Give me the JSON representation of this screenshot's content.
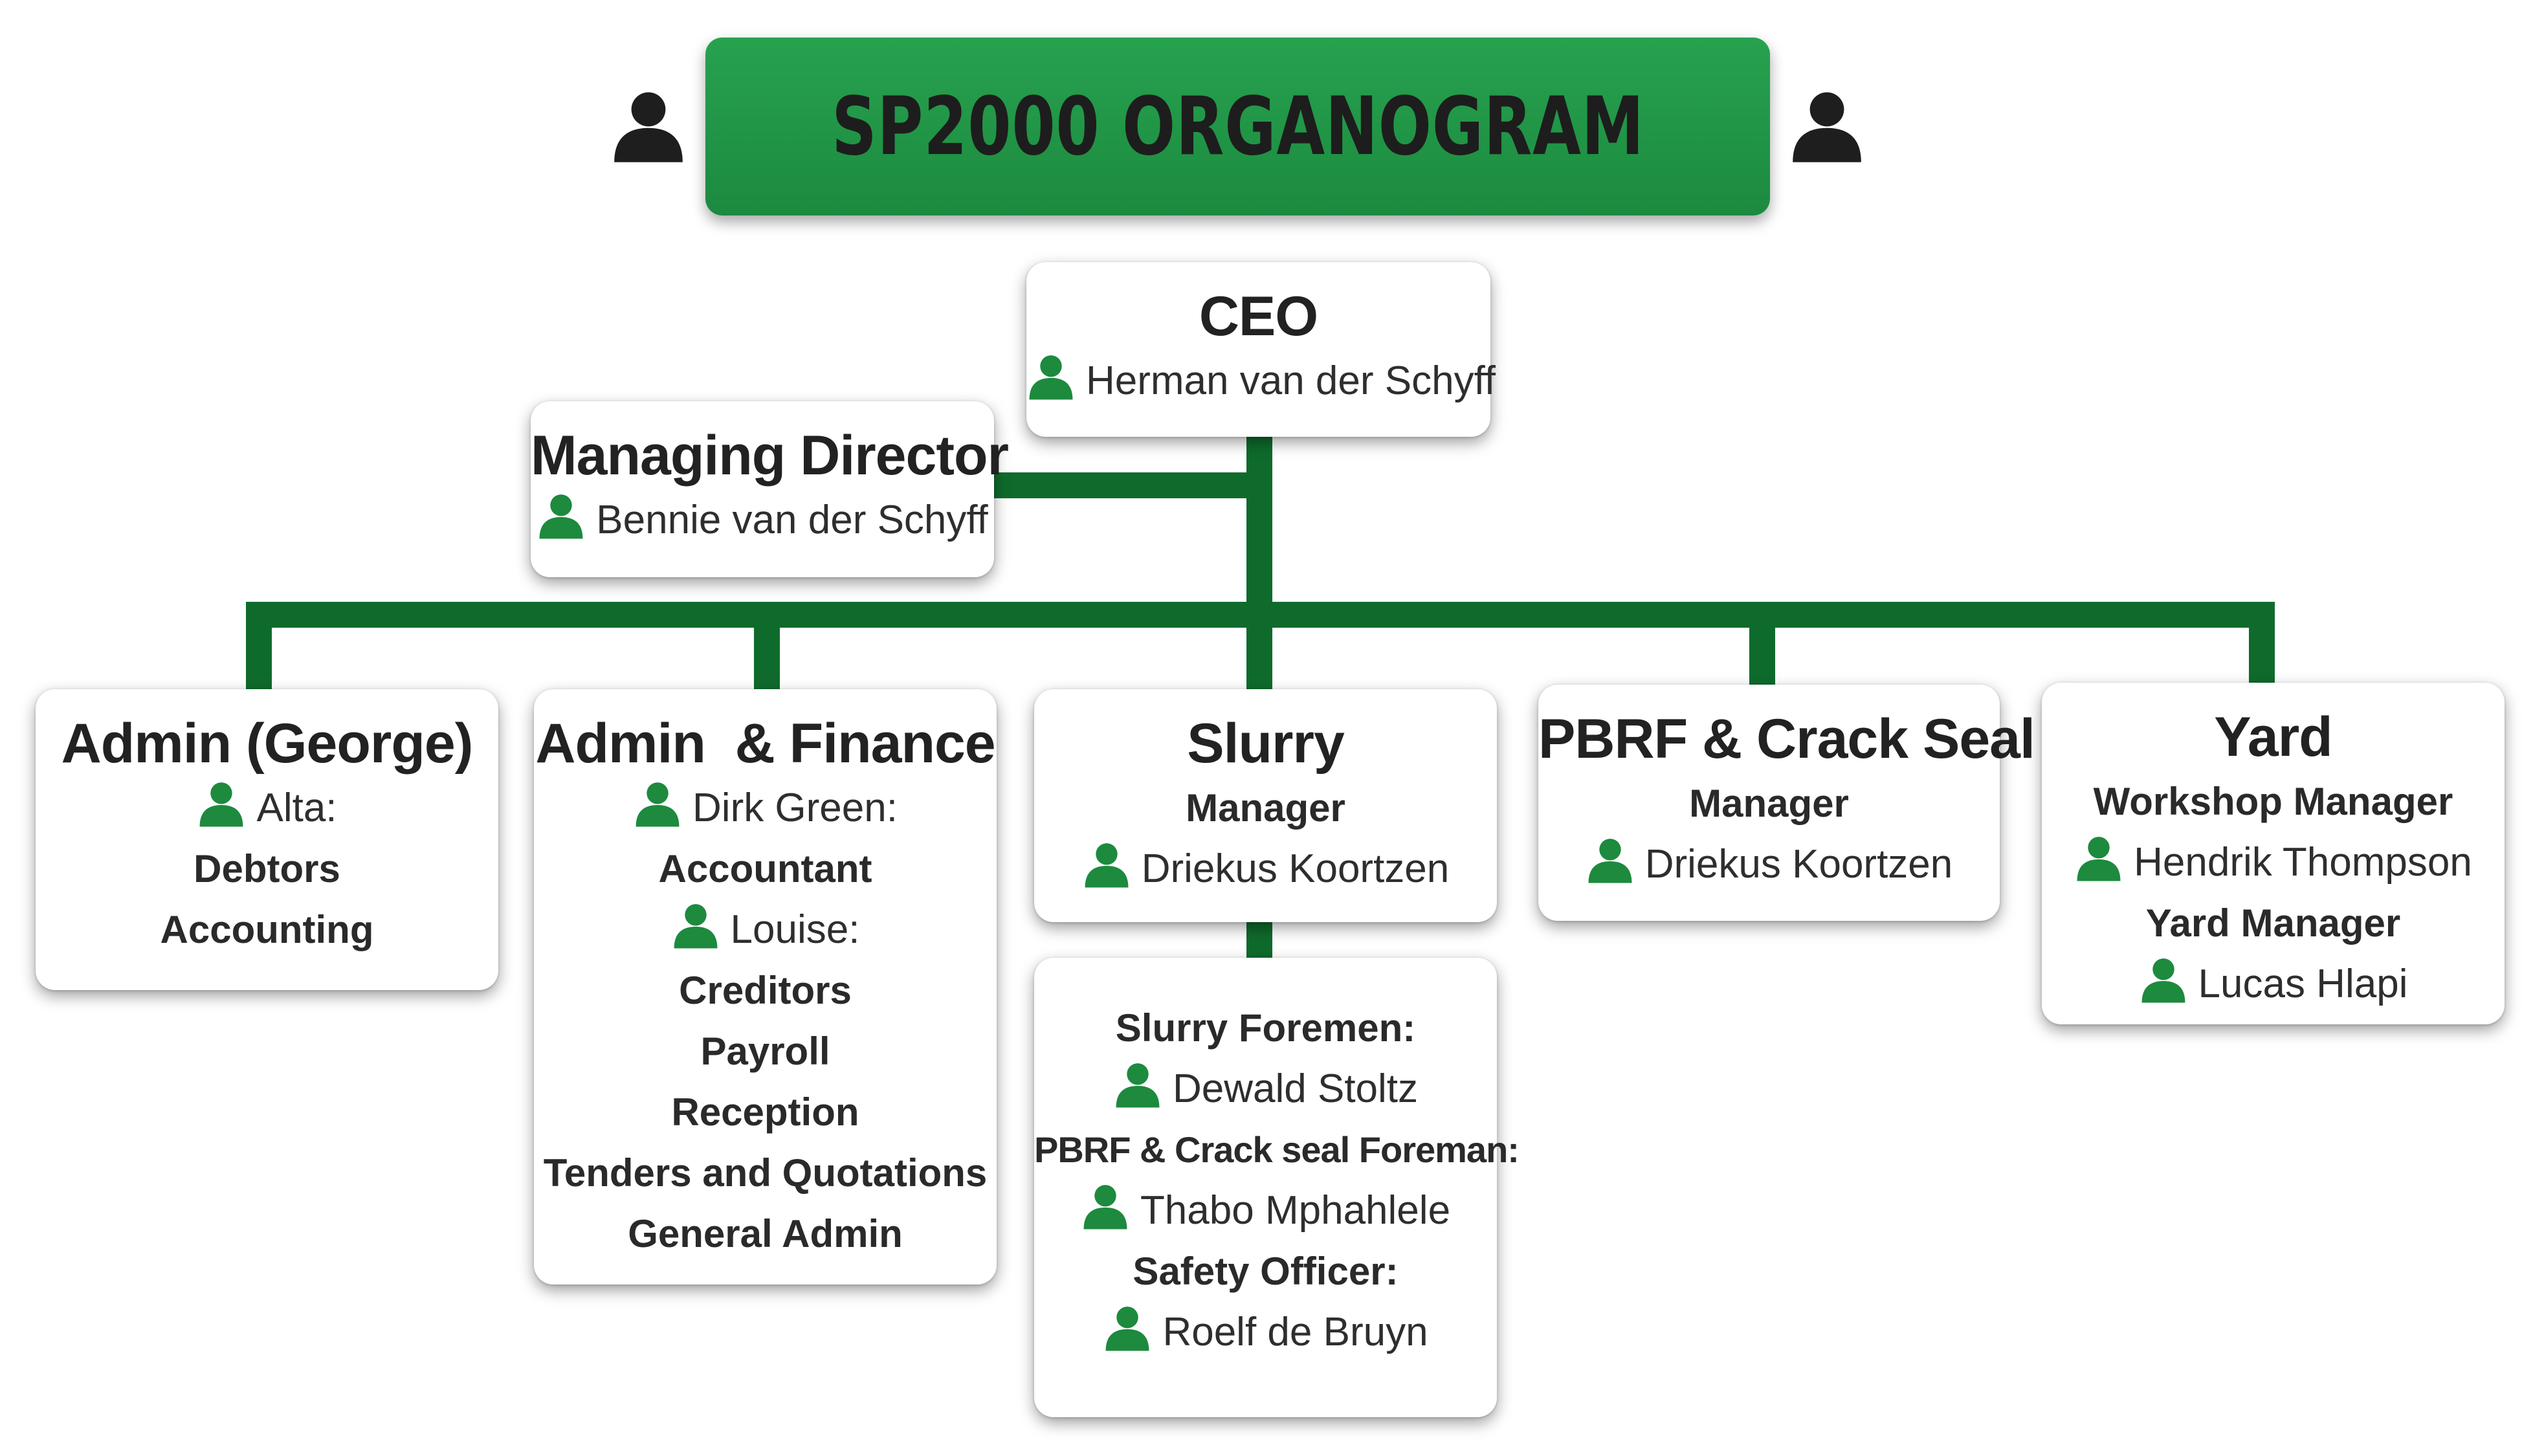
{
  "title": "SP2000 ORGANOGRAM",
  "colors": {
    "accent": "#1f9448",
    "connector": "#0f6b2c",
    "icon": "#1d8a3e",
    "banner_icon": "#1e1e1e"
  },
  "icons": {
    "person": "person-icon"
  },
  "ceo": {
    "title": "CEO",
    "name": "Herman van der Schyff"
  },
  "md": {
    "title": "Managing Director",
    "name": "Bennie van der Schyff"
  },
  "admin_george": {
    "title": "Admin (George)",
    "name": "Alta:",
    "duties": [
      "Debtors",
      "Accounting"
    ]
  },
  "admin_finance": {
    "title": "Admin  & Finance",
    "name1": "Dirk Green:",
    "role1": "Accountant",
    "name2": "Louise:",
    "duties": [
      "Creditors",
      "Payroll",
      "Reception",
      "Tenders and Quotations",
      "General Admin"
    ]
  },
  "slurry": {
    "title": "Slurry",
    "role": "Manager",
    "name": "Driekus Koortzen"
  },
  "slurry_sub": {
    "role1": "Slurry Foremen:",
    "name1": "Dewald Stoltz",
    "role2": "PBRF & Crack seal Foreman:",
    "name2": "Thabo Mphahlele",
    "role3": "Safety Officer:",
    "name3": "Roelf de Bruyn"
  },
  "pbrf": {
    "title": "PBRF & Crack Seal",
    "role": "Manager",
    "name": "Driekus Koortzen"
  },
  "yard": {
    "title": "Yard",
    "role1": "Workshop Manager",
    "name1": "Hendrik Thompson",
    "role2": "Yard Manager",
    "name2": "Lucas Hlapi"
  }
}
